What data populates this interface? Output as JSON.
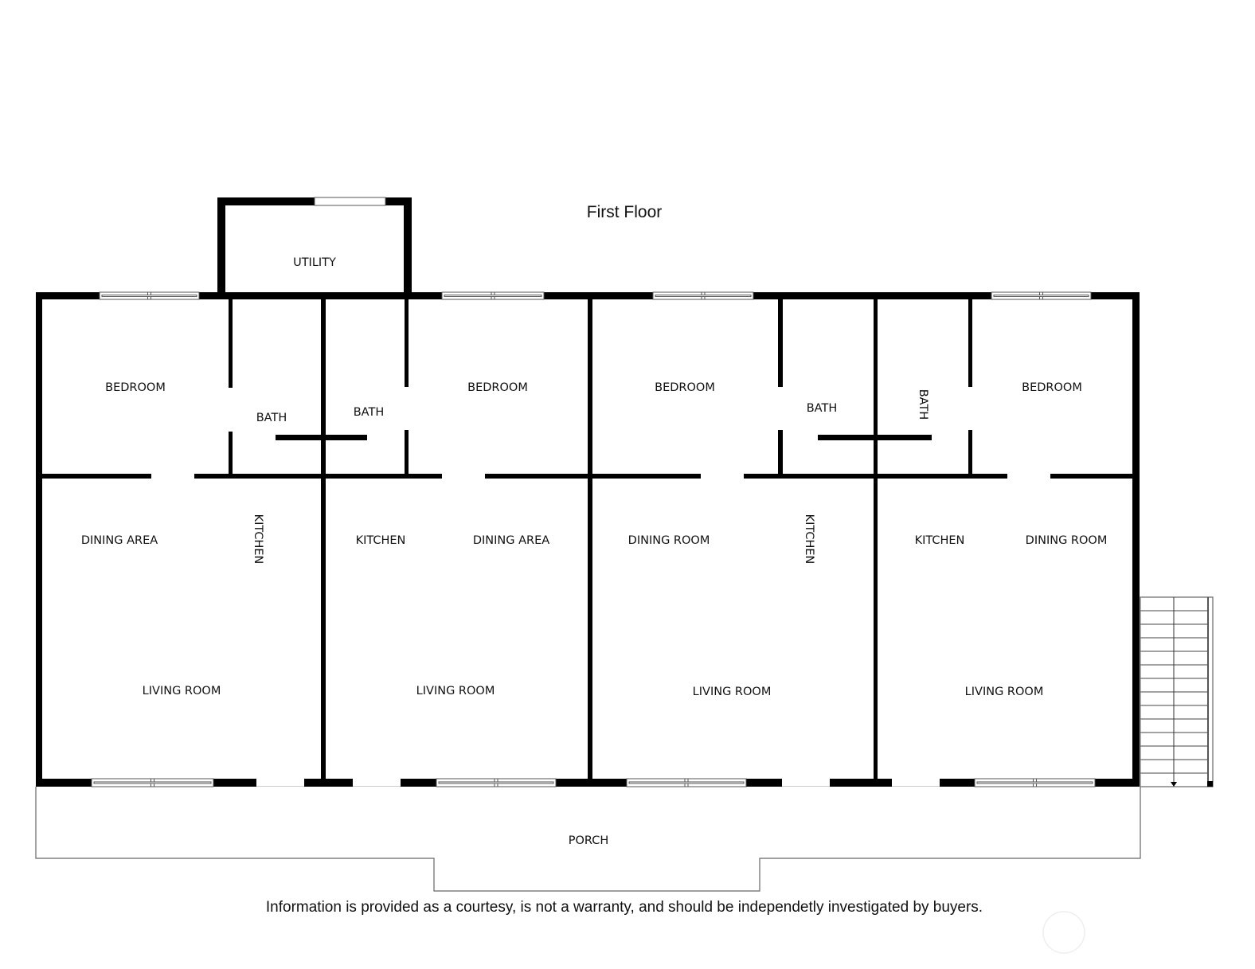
{
  "title": "First Floor",
  "disclaimer": "Information is provided as a courtesy, is not a warranty, and should be independetly investigated by buyers.",
  "rooms": [
    "UTILITY",
    "BEDROOM",
    "BATH",
    "BATH",
    "BEDROOM",
    "BEDROOM",
    "BATH",
    "BATH",
    "BEDROOM",
    "DINING AREA",
    "KITCHEN",
    "KITCHEN",
    "DINING AREA",
    "DINING ROOM",
    "KITCHEN",
    "KITCHEN",
    "DINING ROOM",
    "LIVING ROOM",
    "LIVING ROOM",
    "LIVING ROOM",
    "LIVING ROOM",
    "PORCH"
  ],
  "colors": {
    "wall": "#000000",
    "line": "#666666"
  }
}
